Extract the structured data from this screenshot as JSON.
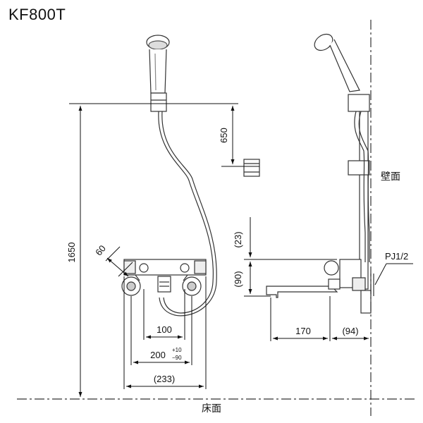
{
  "title": "KF800T",
  "dimensions": {
    "shower_height": "1650",
    "holder_drop": "650",
    "handle_angle": "60",
    "center_distance": "100",
    "mount_width": "200",
    "mount_tol_plus": "+10",
    "mount_tol_minus": "−90",
    "overall_width": "(233)",
    "top_offset": "(23)",
    "body_height": "(90)",
    "spout_length": "170",
    "wall_projection": "(94)"
  },
  "labels": {
    "wall": "壁面",
    "floor": "床面",
    "pipe_thread": "PJ1/2"
  }
}
